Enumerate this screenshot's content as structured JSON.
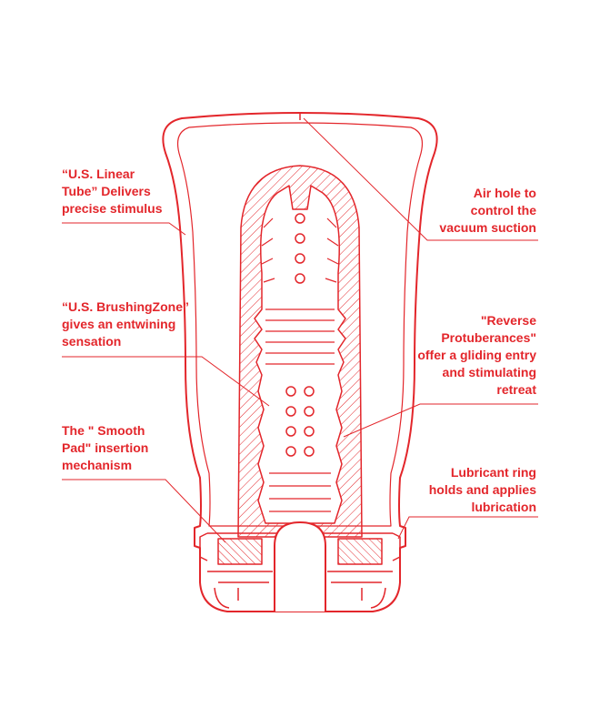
{
  "colors": {
    "accent": "#e3262b",
    "background": "#ffffff"
  },
  "callouts": {
    "linear_tube": [
      "“U.S. Linear",
      "Tube” Delivers",
      "precise stimulus"
    ],
    "air_hole": [
      "Air hole to",
      "control the",
      "vacuum suction"
    ],
    "brushing_zone": [
      "“U.S. BrushingZone”",
      "gives an entwining",
      "sensation"
    ],
    "reverse_protuberances": [
      "\"Reverse",
      "Protuberances\"",
      "offer a gliding entry",
      "and stimulating",
      "retreat"
    ],
    "smooth_pad": [
      "The \" Smooth",
      "Pad\" insertion",
      "mechanism"
    ],
    "lubricant_ring": [
      "Lubricant ring",
      "holds and applies",
      "lubrication"
    ]
  }
}
